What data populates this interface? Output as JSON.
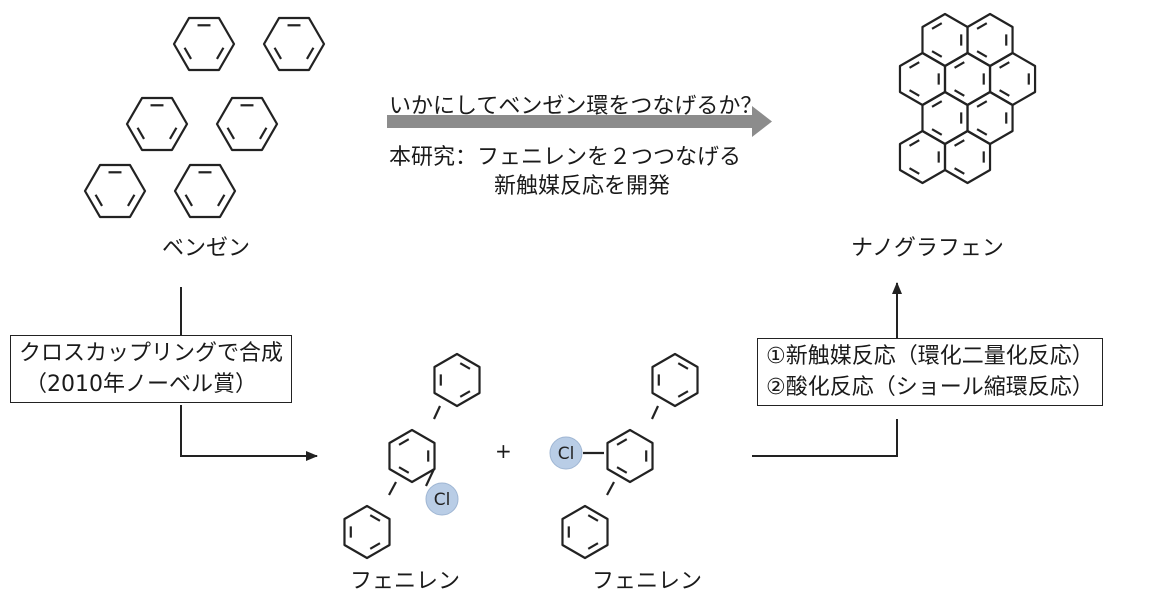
{
  "labels": {
    "benzene": "ベンゼン",
    "nanographene": "ナノグラフェン",
    "phenylene_left": "フェニレン",
    "phenylene_right": "フェニレン",
    "plus": "+",
    "chlorine": "Cl"
  },
  "question": "いかにしてベンゼン環をつなげるか？",
  "this_work": {
    "line1": "本研究：フェニレンを２つつなげる",
    "line2": "新触媒反応を開発"
  },
  "left_box": {
    "line1": "クロスカップリングで合成",
    "line2": "（2010年ノーベル賞）"
  },
  "right_box": {
    "line1": "①新触媒反応（環化二量化反応）",
    "line2": "②酸化反応（ショール縮環反応）"
  },
  "colors": {
    "stroke": "#222222",
    "arrow_gray": "#8c8c8c",
    "cl_highlight": "#b9cde6"
  }
}
